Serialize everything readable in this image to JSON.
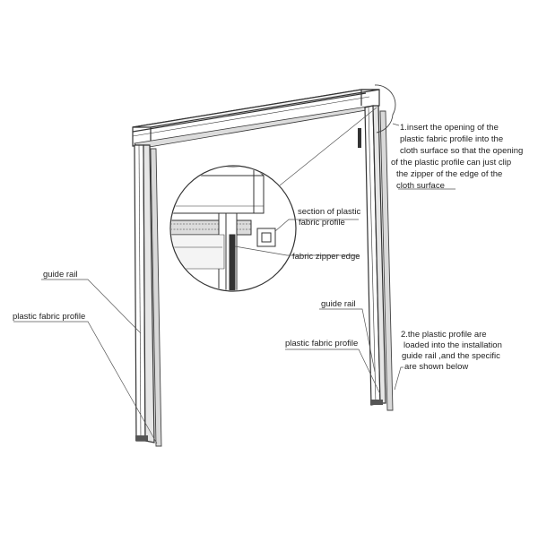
{
  "labels": {
    "step1": [
      "1.insert the opening of the",
      "plastic fabric profile into the",
      "cloth surface so that the opening",
      "of the plastic profile can just clip",
      "the zipper of the edge of the",
      "cloth surface"
    ],
    "section": [
      "section of plastic",
      "fabric profile"
    ],
    "zipper_edge": "fabric zipper edge",
    "guide_rail_left": "guide rail",
    "profile_left": "plastic fabric profile",
    "guide_rail_right": "guide rail",
    "profile_right": "plastic fabric profile",
    "step2": [
      "2.the plastic profile are",
      "loaded into the installation",
      "guide rail ,and the specific",
      "are shown below"
    ]
  },
  "colors": {
    "line": "#333333",
    "leader": "#555555",
    "fabric_strip": "#d9d9d9",
    "rail_fill": "#ffffff"
  }
}
